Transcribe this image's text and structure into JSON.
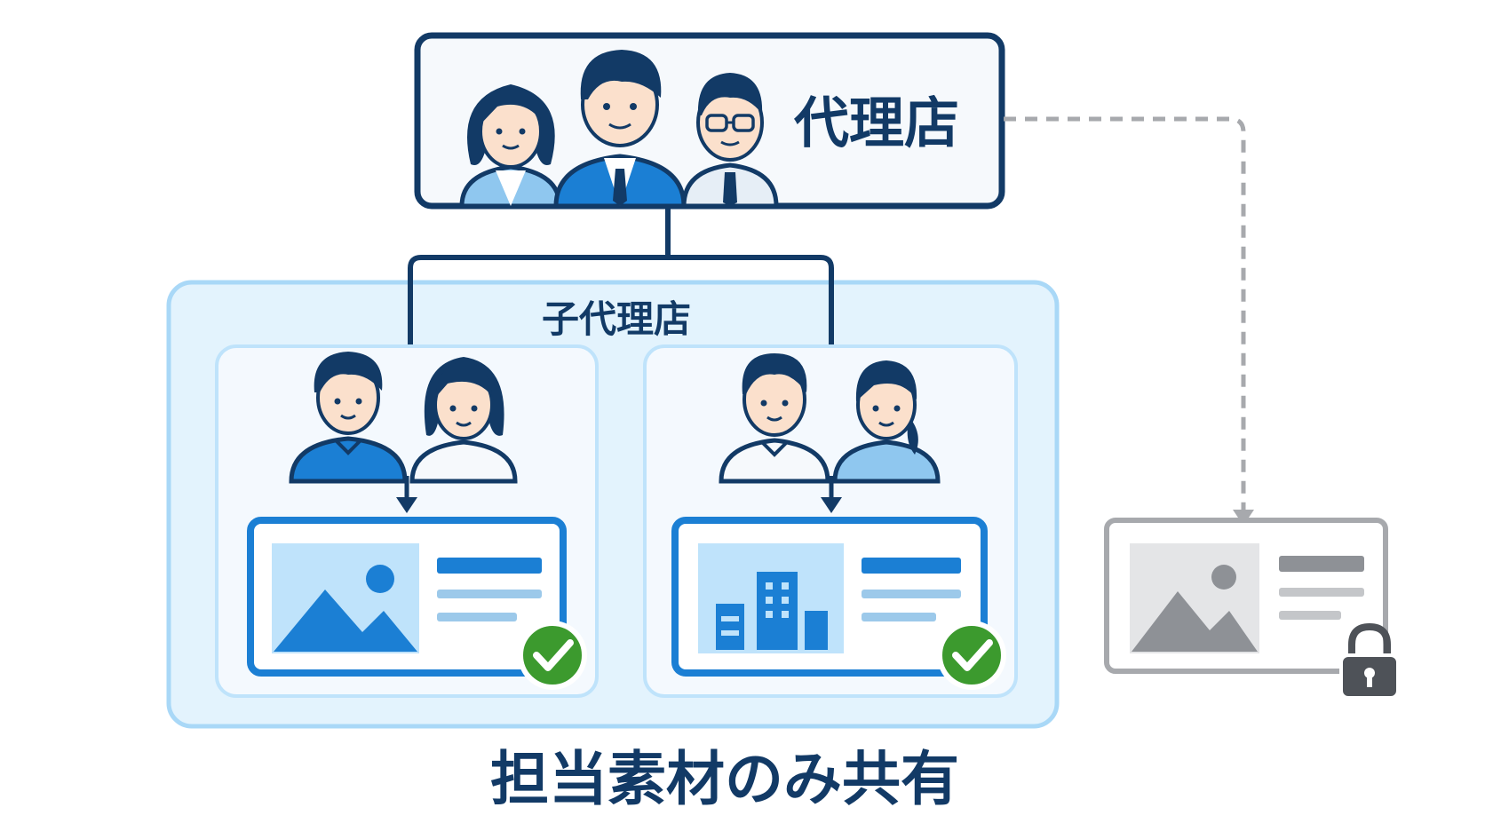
{
  "agency": {
    "label": "代理店"
  },
  "sub_agency": {
    "label": "子代理店"
  },
  "footer": {
    "caption": "担当素材のみ共有"
  },
  "colors": {
    "navy": "#123a66",
    "blue": "#1b7fd4",
    "light_blue": "#bfe3fb",
    "panel_fill": "#e3f3fd",
    "panel_border": "#a9d8f7",
    "check_green": "#3c9a2e",
    "gray": "#8e9196",
    "lock_gray": "#4e5258",
    "dash_gray": "#a7a9ad",
    "skin": "#fbe0cc"
  },
  "icons": [
    "person-icon",
    "image-icon",
    "building-icon",
    "check-icon",
    "lock-icon",
    "arrow-down-icon"
  ]
}
